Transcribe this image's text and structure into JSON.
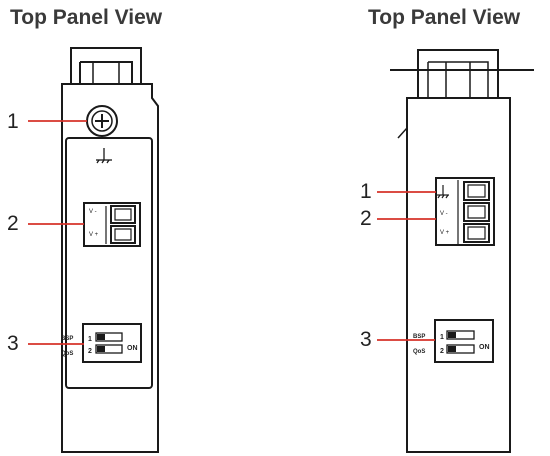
{
  "left_view": {
    "title": "Top Panel View",
    "callouts": [
      "1",
      "2",
      "3"
    ],
    "power_labels": [
      "V -",
      "V +"
    ],
    "dip_labels": [
      "BSP",
      "QoS"
    ],
    "dip_numbers": [
      "1",
      "2"
    ],
    "dip_on_label": "ON"
  },
  "right_view": {
    "title": "Top Panel View",
    "callouts": [
      "1",
      "2",
      "3"
    ],
    "power_labels": [
      "V -",
      "V +"
    ],
    "dip_labels": [
      "BSP",
      "QoS"
    ],
    "dip_numbers": [
      "1",
      "2"
    ],
    "dip_on_label": "ON"
  },
  "colors": {
    "callout_line": "#d6322a",
    "outline": "#1a1a1a"
  }
}
